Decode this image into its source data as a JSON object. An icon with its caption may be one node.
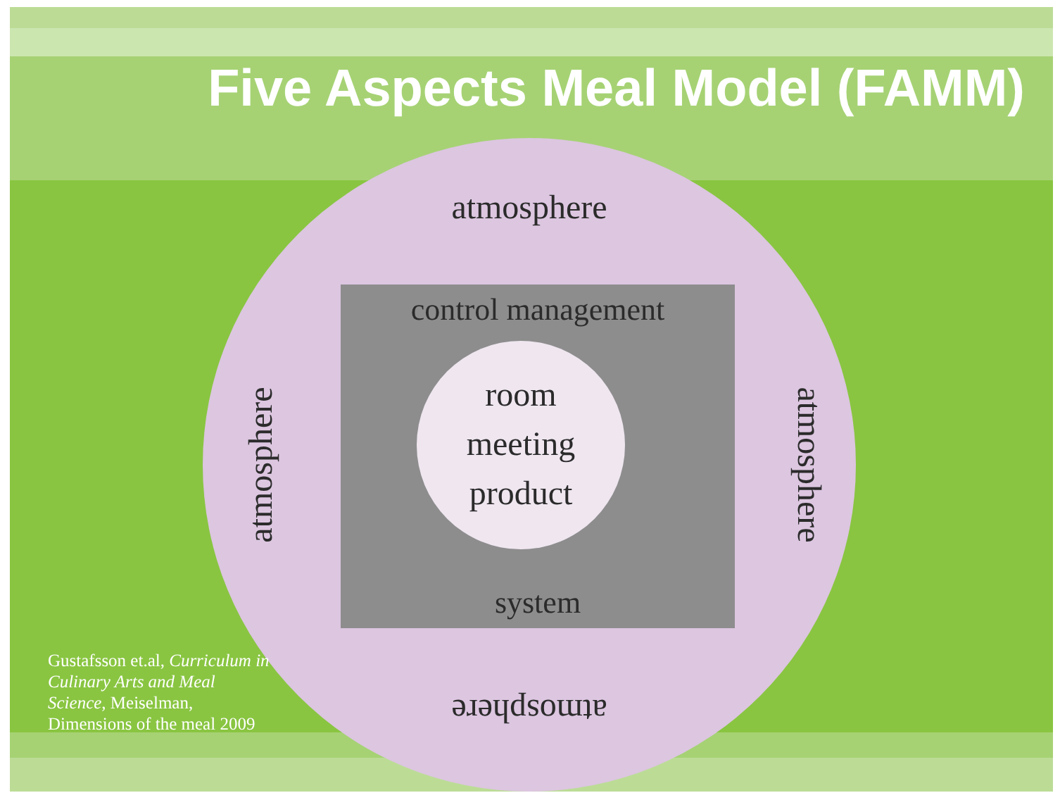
{
  "diagram": {
    "title": "Five Aspects Meal Model (FAMM)",
    "nodes": [
      {
        "text": [
          "atmosphere",
          "atmosphere",
          "atmosphere",
          "atmosphere"
        ]
      },
      {
        "text": [
          "control management",
          "system"
        ],
        "in": 0
      },
      {
        "text": [
          "room",
          "meeting",
          "product"
        ],
        "in": 1
      }
    ],
    "labels": [
      "Gustafsson et.al, *Curriculum in Culinary Arts and Meal Science*, Meiselman, Dimensions of the meal 2009"
    ]
  }
}
